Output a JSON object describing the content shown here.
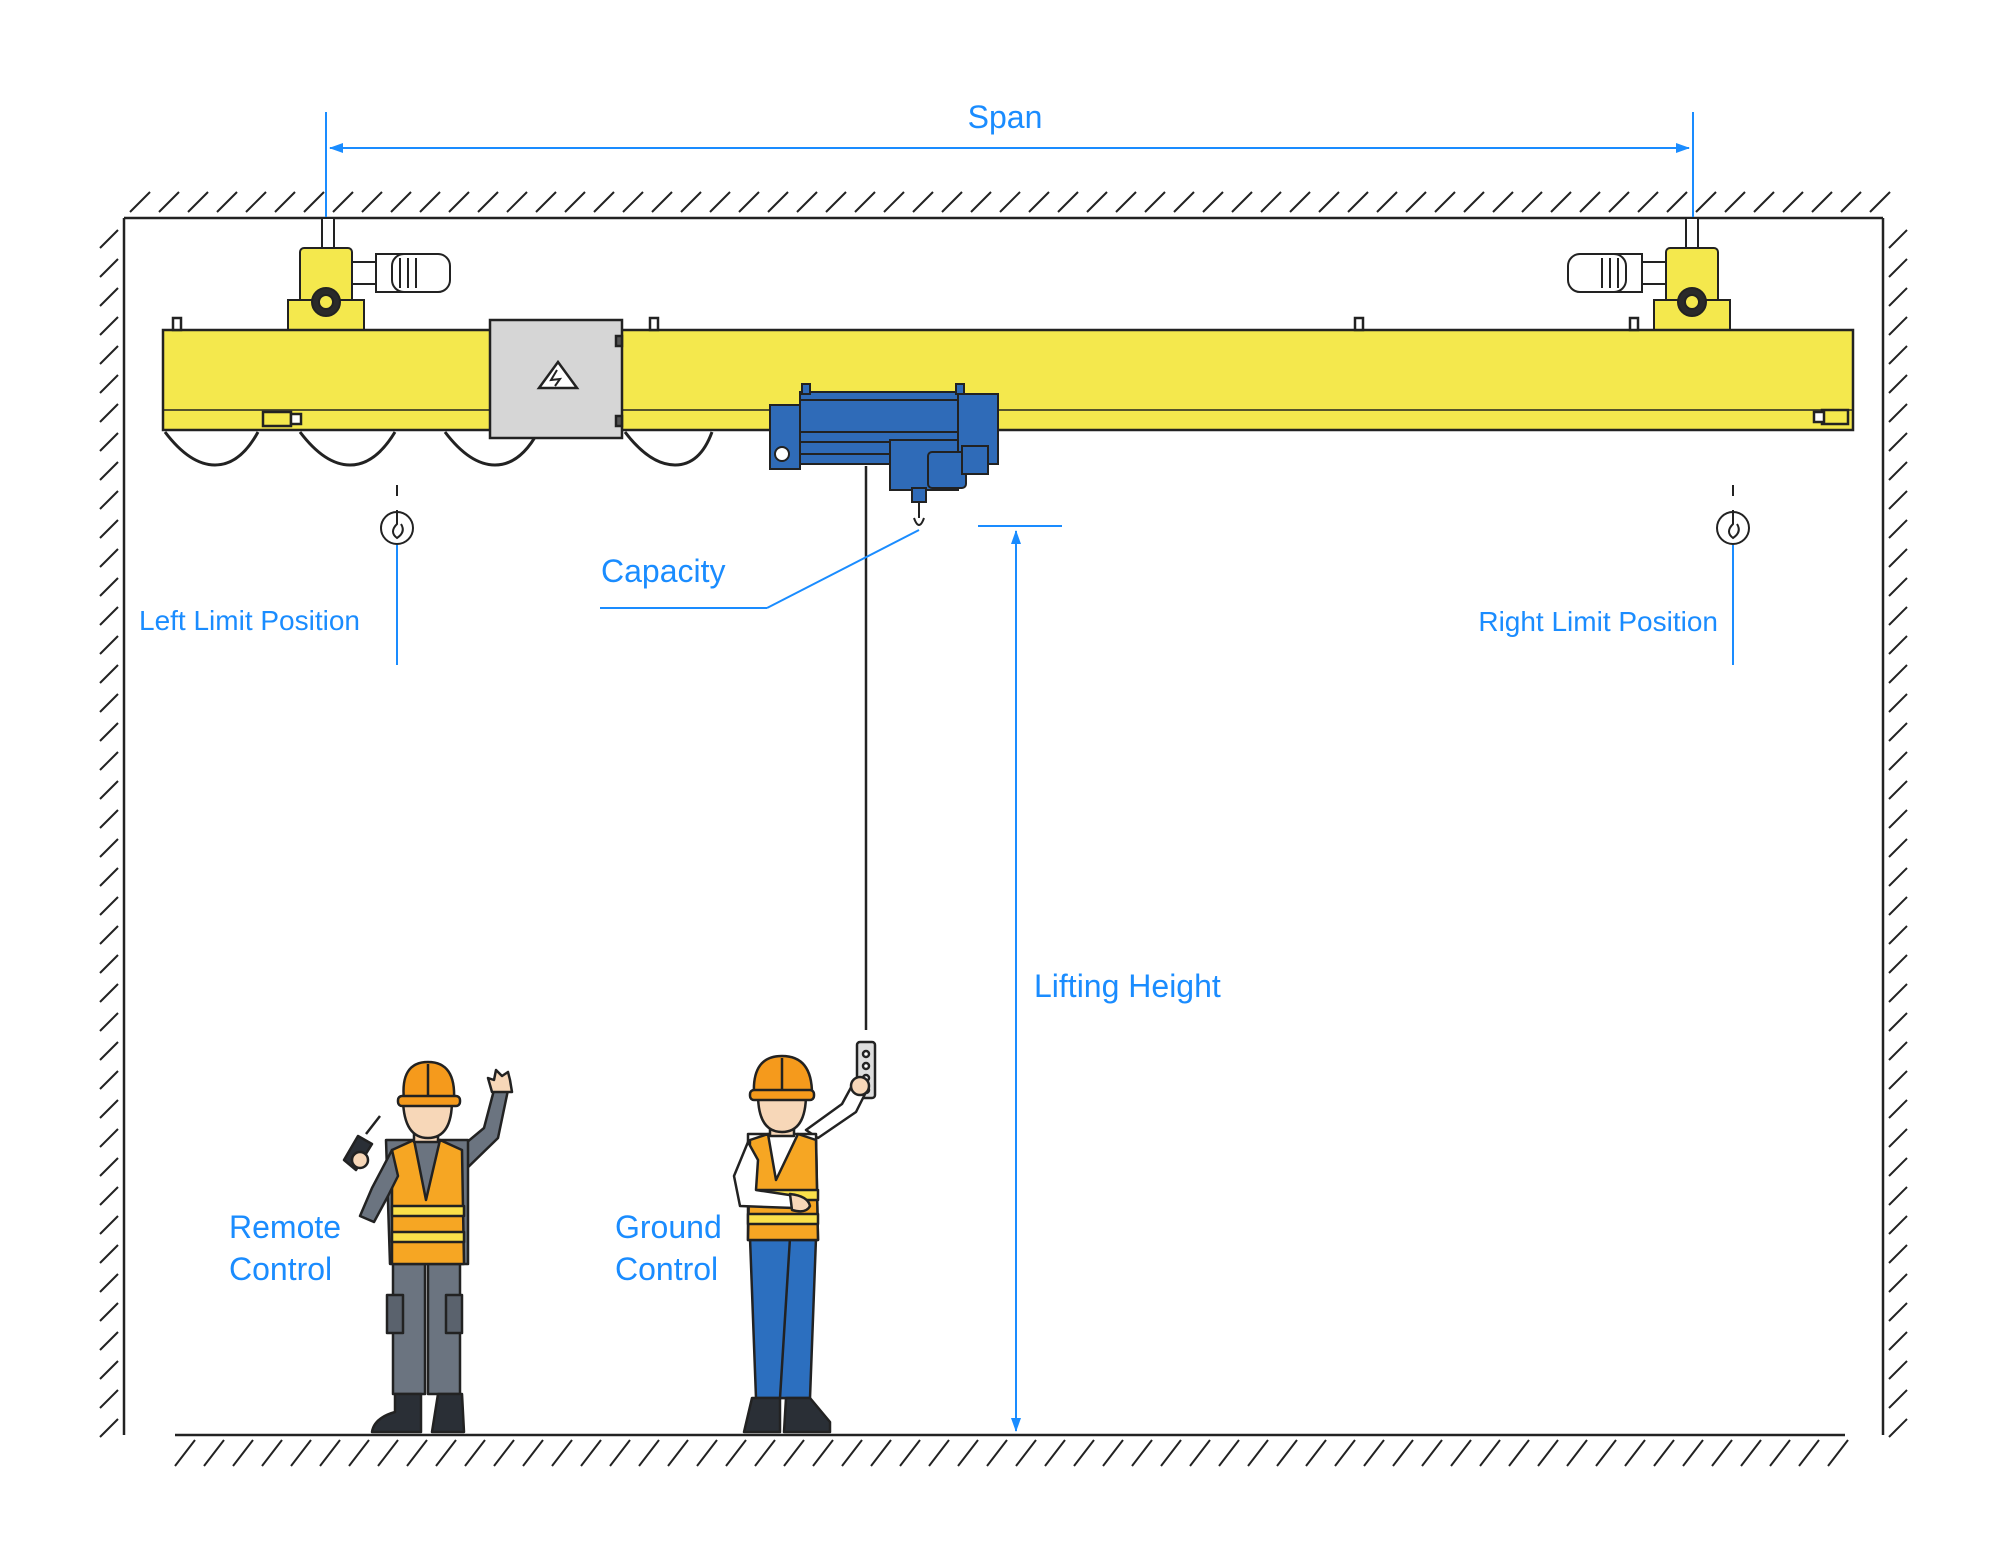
{
  "labels": {
    "span": "Span",
    "capacity": "Capacity",
    "left_limit": "Left Limit Position",
    "right_limit": "Right Limit Position",
    "lifting_height": "Lifting Height",
    "remote_control_line1": "Remote",
    "remote_control_line2": "Control",
    "ground_control_line1": "Ground",
    "ground_control_line2": "Control"
  },
  "colors": {
    "annotation_blue": "#1a8cff",
    "girder_yellow": "#f4e84d",
    "hoist_blue": "#2f6bb8",
    "outline": "#222222",
    "vest_orange": "#f6a623",
    "hard_hat_orange": "#f59a1c",
    "reflective_stripe": "#fbe04a",
    "panel_grey": "#d6d6d6",
    "pants_grey": "#6b7480",
    "pants_blue": "#2c6fbf"
  },
  "icons": {
    "left_hook_symbol": "crane-hook-icon",
    "right_hook_symbol": "crane-hook-icon",
    "electrical_warning": "high-voltage-warning-icon",
    "remote_device": "radio-remote-icon",
    "pendant_device": "pendant-controller-icon"
  }
}
